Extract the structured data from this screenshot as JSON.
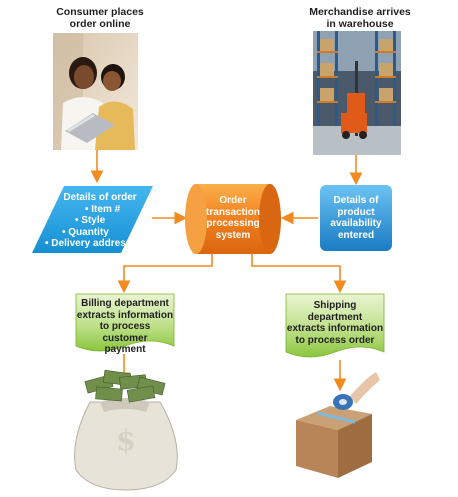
{
  "captions": {
    "consumer": [
      "Consumer places",
      "order online"
    ],
    "merchandise": [
      "Merchandise arrives",
      "in warehouse"
    ]
  },
  "order_details": {
    "title": "Details of order",
    "items": [
      "• Item #",
      "• Style",
      "• Quantity",
      "• Delivery address"
    ]
  },
  "processing": [
    "Order",
    "transaction",
    "processing",
    "system"
  ],
  "availability": [
    "Details of",
    "product",
    "availability",
    "entered"
  ],
  "billing": [
    "Billing department",
    "extracts information",
    "to process customer",
    "payment"
  ],
  "shipping": [
    "Shipping department",
    "extracts information",
    "to process order"
  ],
  "money_bag_symbol": "$",
  "colors": {
    "arrow": "#f28a1e",
    "parallelogram": "#1e9be0",
    "cylinder": "#f07f1e",
    "availability_box": "#2e8ed0",
    "document": "#8cc63f"
  }
}
